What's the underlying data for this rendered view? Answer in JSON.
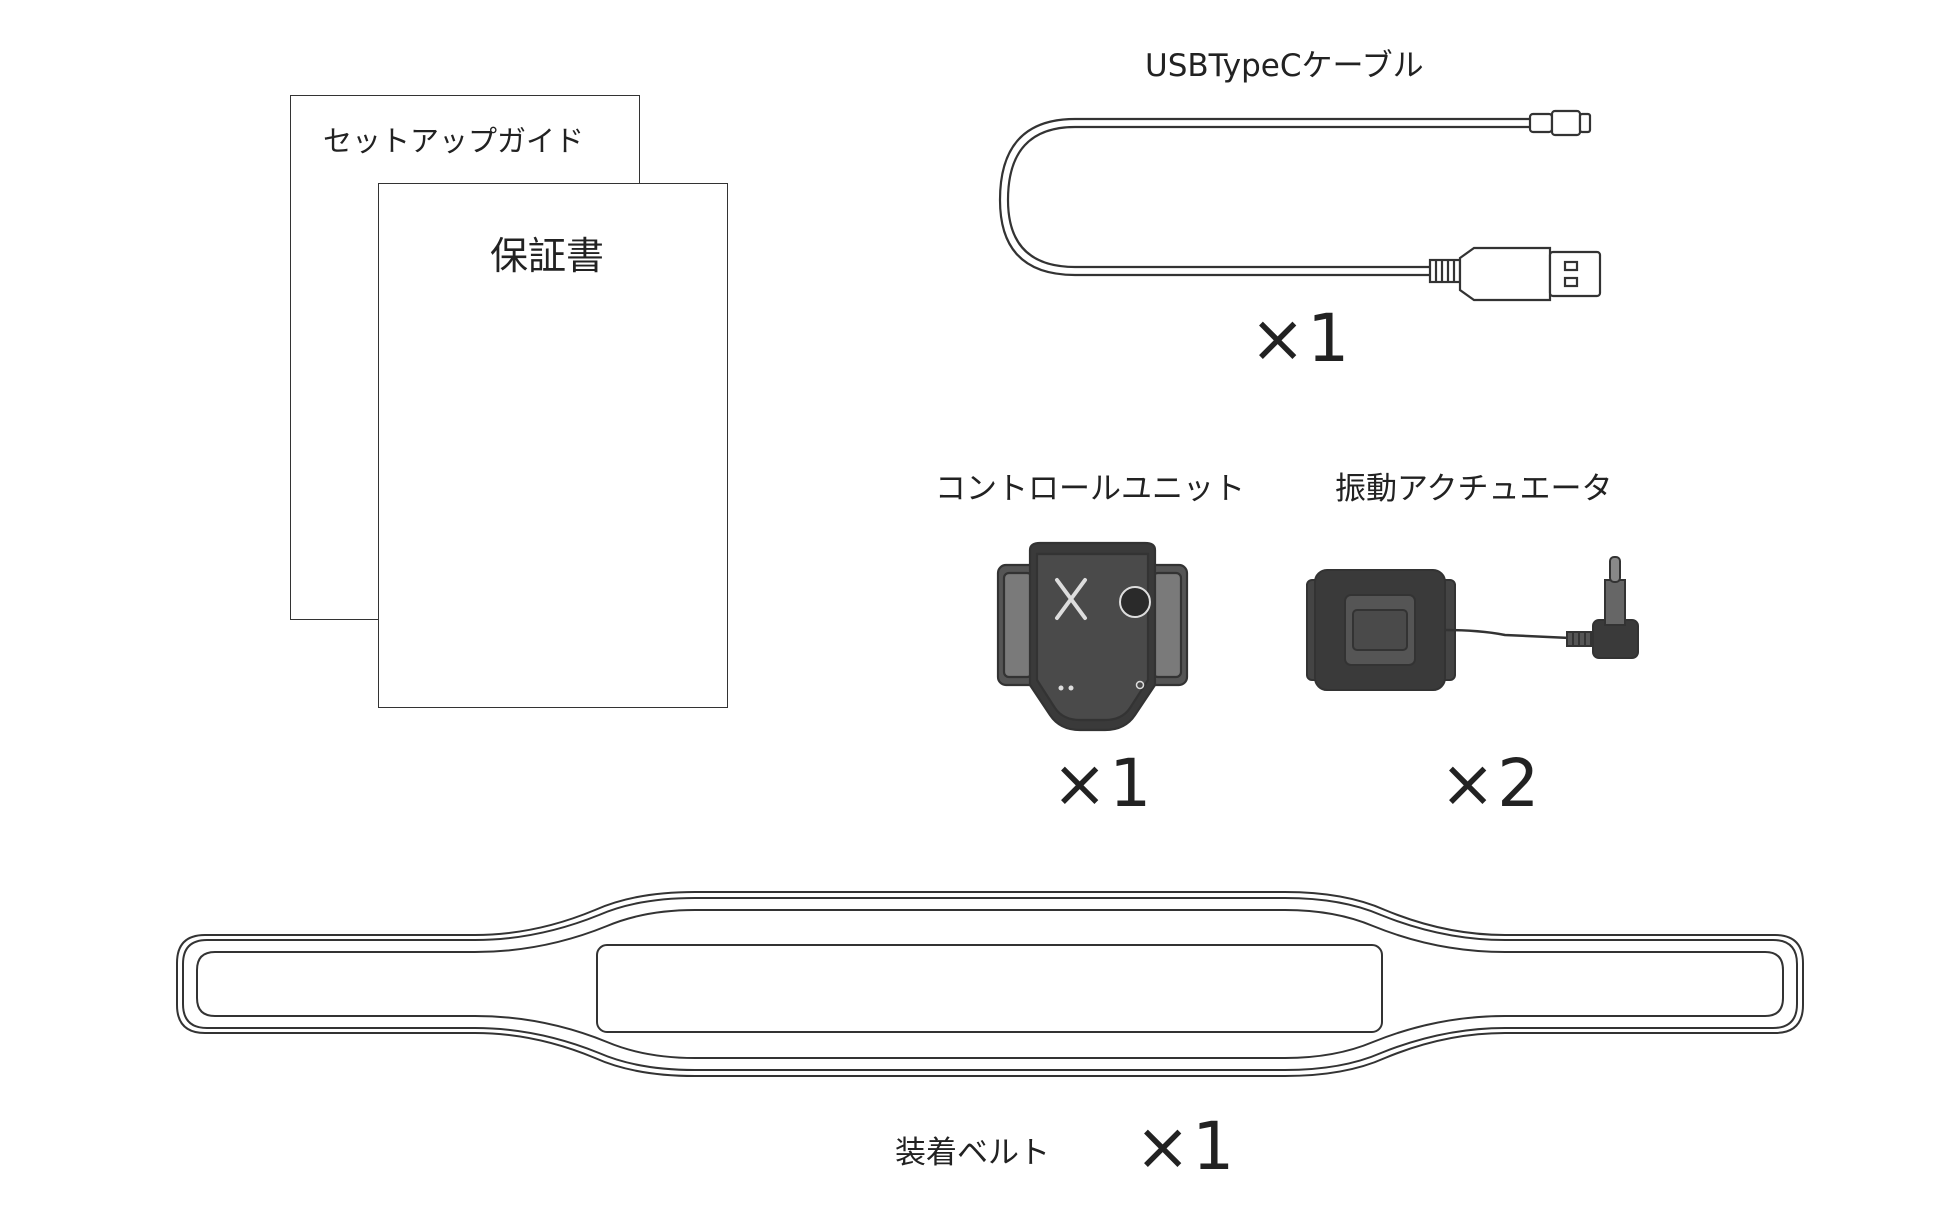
{
  "items": {
    "setup_guide": {
      "label": "セットアップガイド"
    },
    "warranty": {
      "label": "保証書"
    },
    "usb_cable": {
      "label": "USBTypeCケーブル",
      "quantity": "×1"
    },
    "control_unit": {
      "label": "コントロールユニット",
      "quantity": "×1"
    },
    "vibration_actuator": {
      "label": "振動アクチュエータ",
      "quantity": "×2"
    },
    "belt": {
      "label": "装着ベルト",
      "quantity": "×1"
    }
  },
  "colors": {
    "stroke": "#333333",
    "text": "#222222",
    "background": "#ffffff"
  }
}
